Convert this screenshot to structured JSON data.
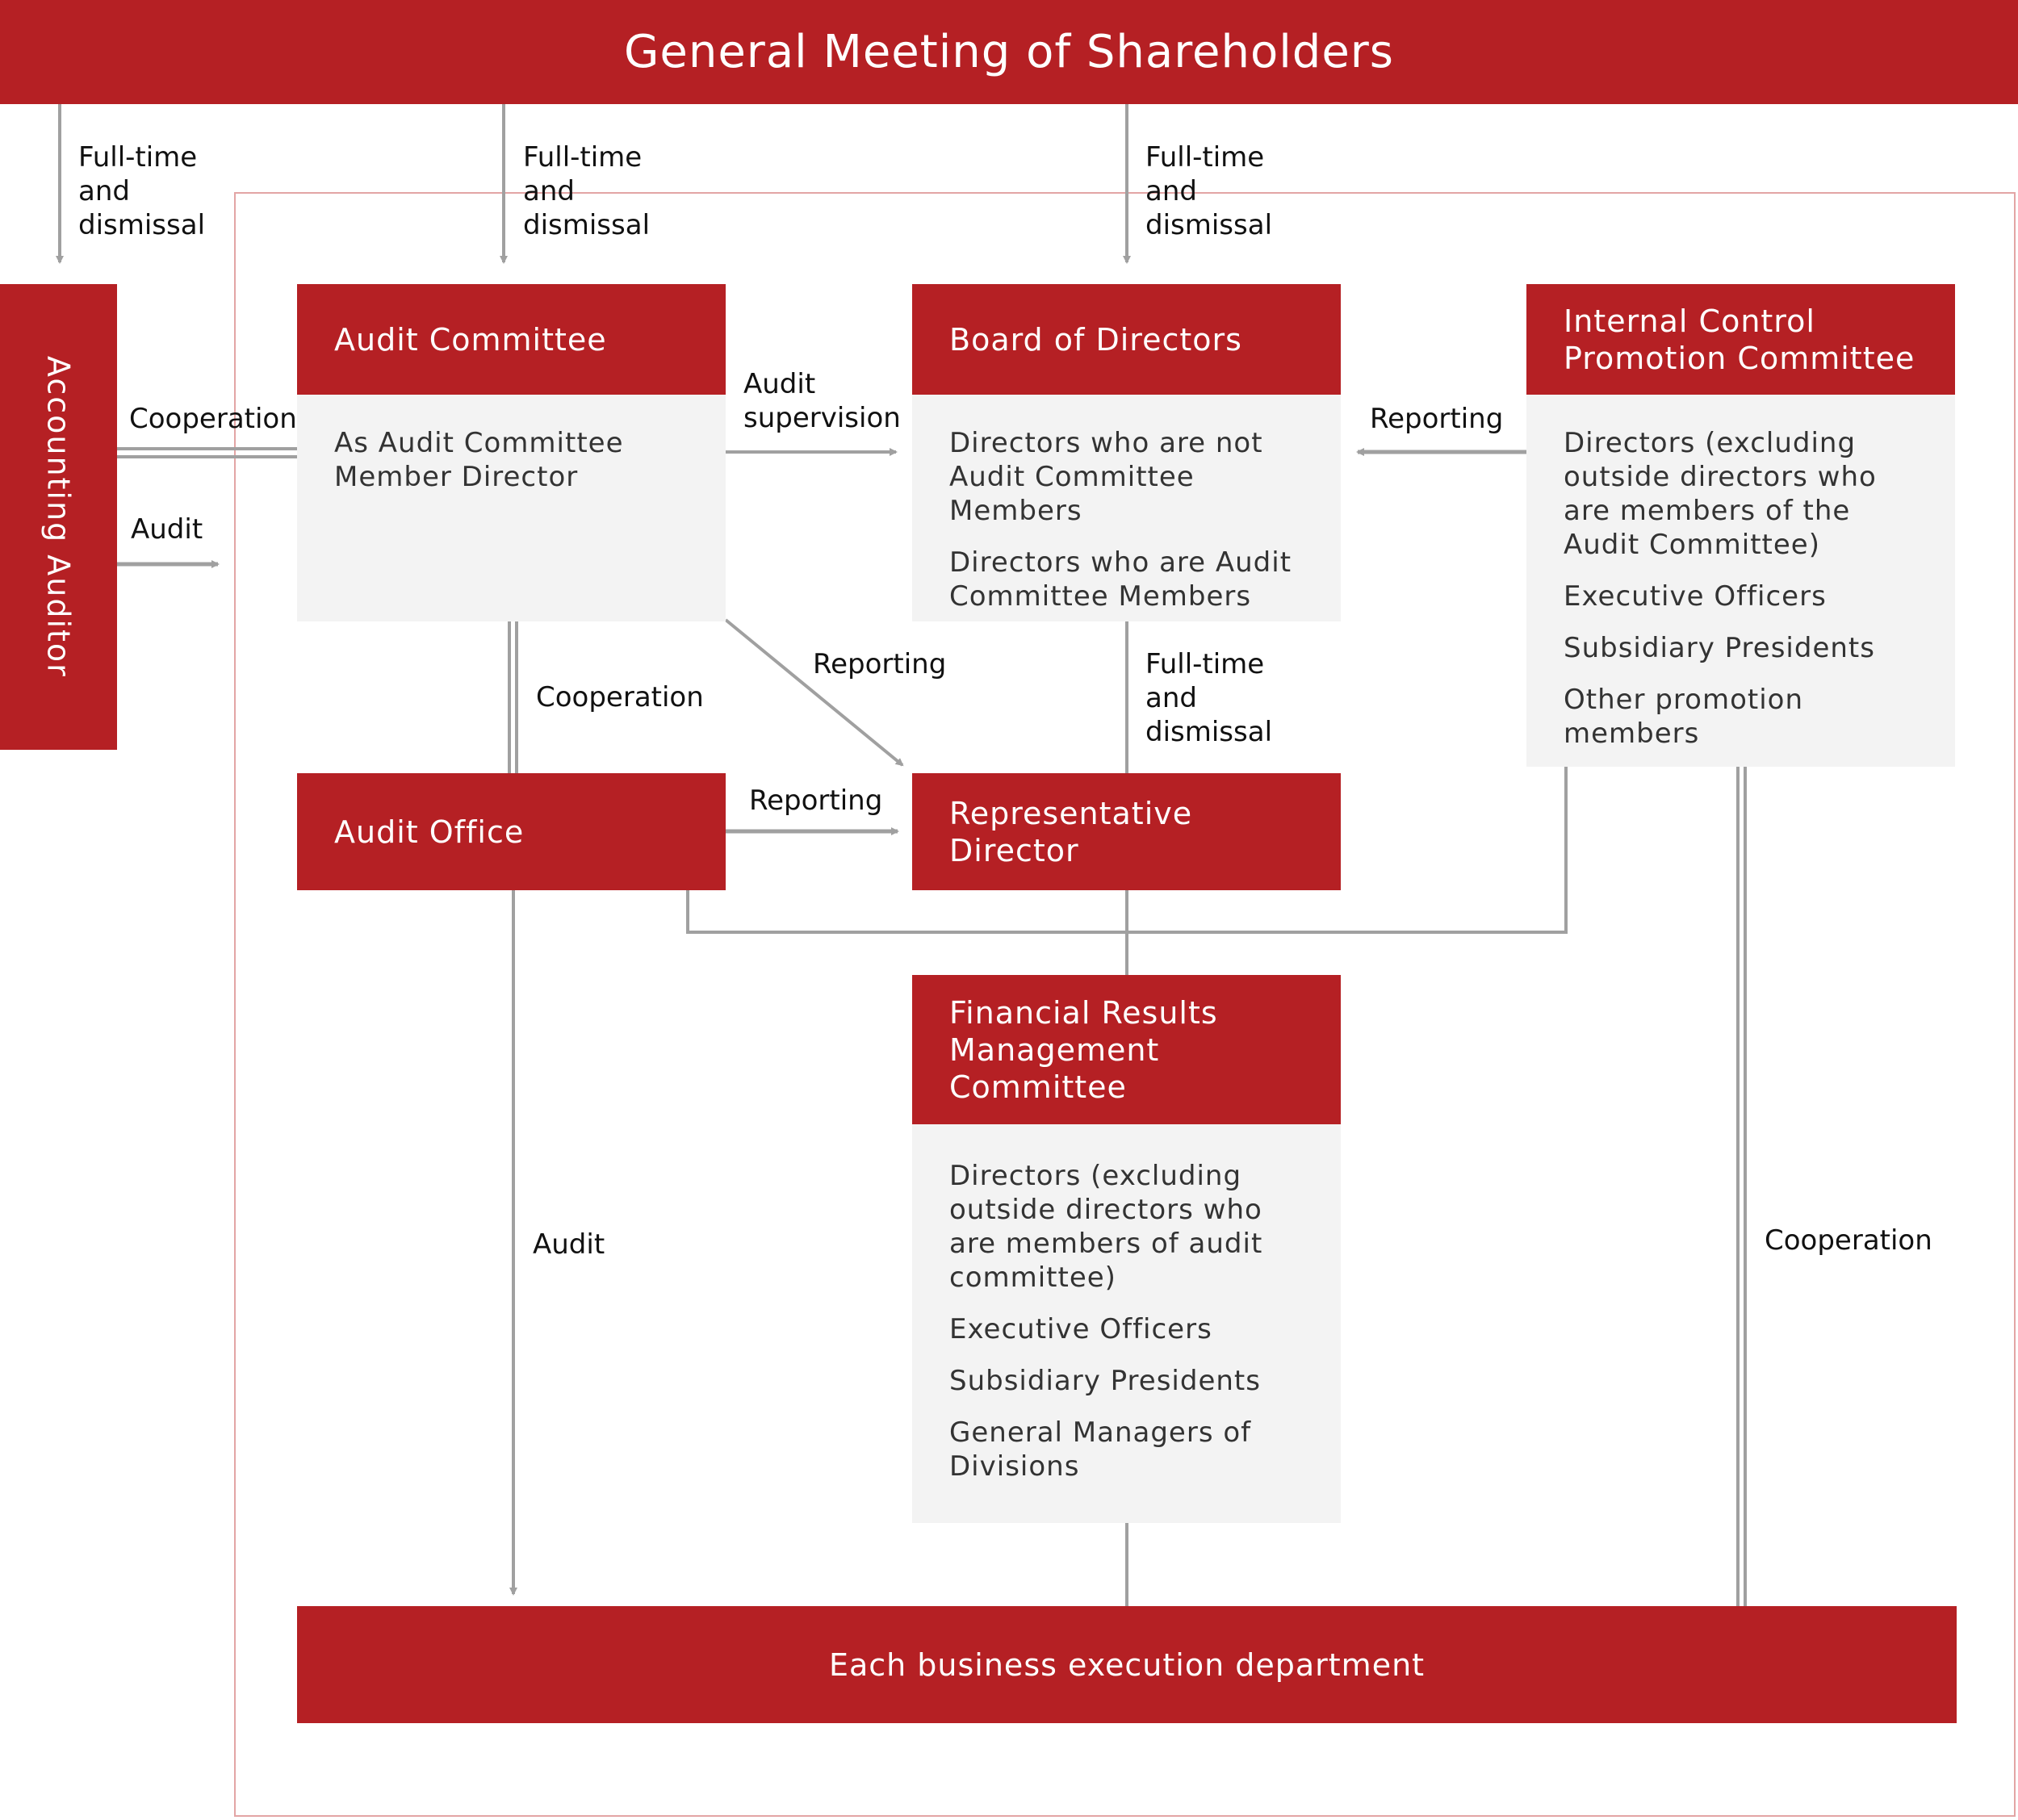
{
  "header": {
    "title": "General Meeting of Shareholders"
  },
  "nodes": {
    "accounting_auditor": {
      "title": "Accounting Auditor"
    },
    "audit_committee": {
      "title": "Audit Committee",
      "members": [
        "As Audit Committee Member Director"
      ]
    },
    "board_of_directors": {
      "title": "Board of Directors",
      "members": [
        "Directors who are not Audit Committee Members",
        "Directors who are Audit Committee Members"
      ]
    },
    "internal_control": {
      "title_line1": "Internal Control",
      "title_line2": "Promotion Committee",
      "members": [
        "Directors (excluding outside directors who are members of the Audit Committee)",
        "Executive Officers",
        "Subsidiary Presidents",
        "Other promotion members"
      ]
    },
    "audit_office": {
      "title": "Audit Office"
    },
    "representative_director": {
      "title_line1": "Representative",
      "title_line2": "Director"
    },
    "financial_results": {
      "title_line1": "Financial Results",
      "title_line2": "Management",
      "title_line3": "Committee",
      "members": [
        "Directors (excluding outside directors who are members of audit committee)",
        "Executive Officers",
        "Subsidiary Presidents",
        "General Managers of Divisions"
      ]
    },
    "business_departments": {
      "title": "Each business execution department"
    }
  },
  "edge_labels": {
    "appoint_auditor": [
      "Full-time",
      "and",
      "dismissal"
    ],
    "appoint_audit_committee": [
      "Full-time",
      "and",
      "dismissal"
    ],
    "appoint_board": [
      "Full-time",
      "and",
      "dismissal"
    ],
    "appoint_rep_director": [
      "Full-time",
      "and",
      "dismissal"
    ],
    "auditor_cooperation": "Cooperation",
    "auditor_audit": "Audit",
    "audit_supervision": [
      "Audit",
      "supervision"
    ],
    "icpc_reporting": "Reporting",
    "ac_reporting_rep": "Reporting",
    "ac_office_cooperation": "Cooperation",
    "office_reporting_rep": "Reporting",
    "office_audit": "Audit",
    "icpc_cooperation": "Cooperation"
  },
  "colors": {
    "accent": "#b52024",
    "panel": "#f3f3f3",
    "connector": "#a0a0a0",
    "frame": "#e3a5a5"
  }
}
